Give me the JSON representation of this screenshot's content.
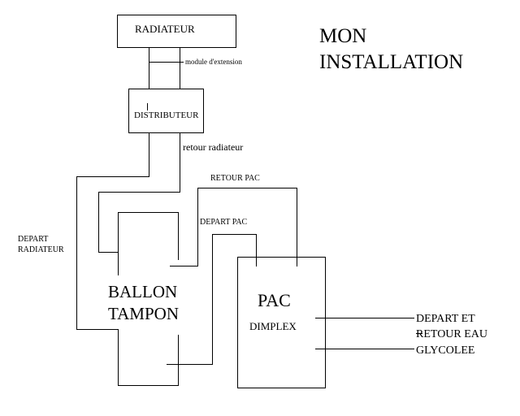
{
  "title_line1": "MON",
  "title_line2": "INSTALLATION",
  "boxes": {
    "radiateur": "RADIATEUR",
    "distributeur": "DISTRIBUTEUR",
    "ballon_line1": "BALLON",
    "ballon_line2": "TAMPON",
    "pac": "PAC",
    "pac_brand": "DIMPLEX"
  },
  "labels": {
    "module_extension": "module d'extension",
    "retour_radiateur": "retour radiateur",
    "retour_pac": "RETOUR PAC",
    "depart_pac": "DEPART PAC",
    "depart_radiateur_line1": "DEPART",
    "depart_radiateur_line2": "RADIATEUR",
    "eau_glycolee_line1": "DEPART ET",
    "eau_glycolee_line2": "RETOUR EAU",
    "eau_glycolee_line3": "GLYCOLEE"
  }
}
